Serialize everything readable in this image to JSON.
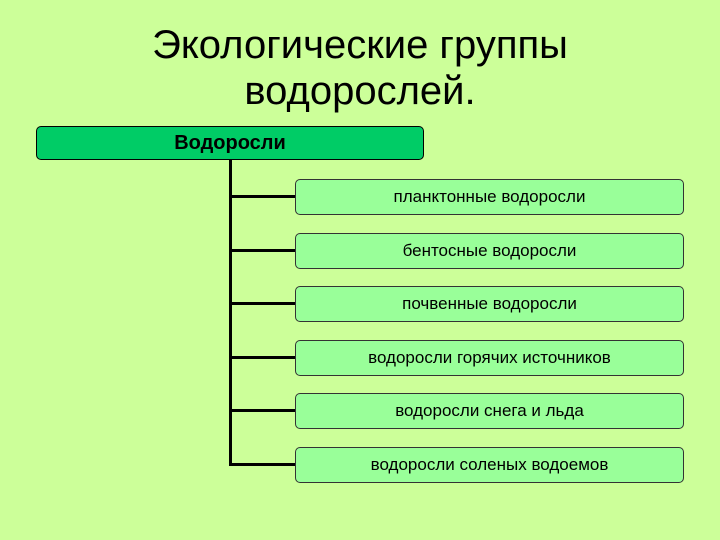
{
  "title": {
    "line1": "Экологические группы",
    "line2": "водорослей."
  },
  "root": {
    "label": "Водоросли"
  },
  "children": [
    {
      "label": "планктонные водоросли"
    },
    {
      "label": "бентосные водоросли"
    },
    {
      "label": "почвенные водоросли"
    },
    {
      "label": "водоросли горячих источников"
    },
    {
      "label": "водоросли снега и льда"
    },
    {
      "label": "водоросли соленых водоемов"
    }
  ],
  "colors": {
    "background": "#ccff99",
    "root_fill": "#00cc66",
    "child_fill": "#99ff99",
    "connector": "#000000"
  }
}
